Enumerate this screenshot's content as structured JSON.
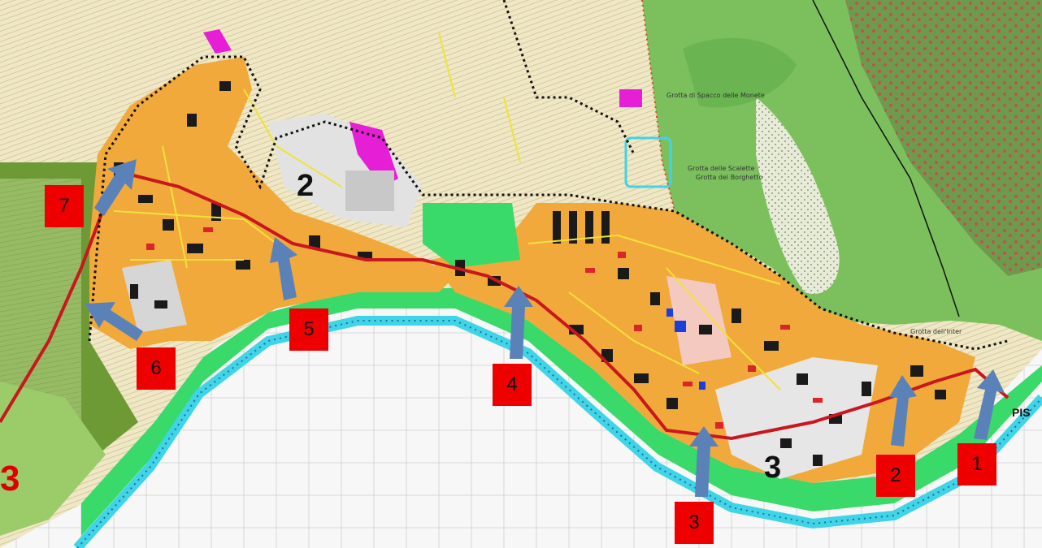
{
  "map": {
    "colors": {
      "field": "#efe7c5",
      "field_hatch": "#c9bf8e",
      "urban": "#f2a93b",
      "building": "#1a1a1a",
      "red_building": "#d9262a",
      "road": "#c8171e",
      "green_belt": "#39d96a",
      "river": "#3fd4e6",
      "hill": "#7cc05e",
      "olive": "#6f9a4e",
      "pink": "#f4c9c0",
      "magenta": "#e61ed6",
      "gray_lot": "#d6d6d6",
      "plain": "#f7f7f7",
      "arrow": "#5b82b8",
      "badge": "#ee0000"
    },
    "zones": [
      {
        "id": "zone-2",
        "label": "2"
      },
      {
        "id": "zone-3",
        "label": "3"
      }
    ],
    "markers": [
      {
        "id": 1,
        "label": "1"
      },
      {
        "id": 2,
        "label": "2"
      },
      {
        "id": 3,
        "label": "3"
      },
      {
        "id": 4,
        "label": "4"
      },
      {
        "id": 5,
        "label": "5"
      },
      {
        "id": 6,
        "label": "6"
      },
      {
        "id": 7,
        "label": "7"
      }
    ],
    "place_labels": {
      "grotta_spacco": "Grotta di Spacco delle Monete",
      "grotta_scalette": "Grotta delle Scalette",
      "grotta_borghetto": "Grotta del Borghetto",
      "grotta_inter": "Grotta dell'Inter"
    },
    "corner_labels": {
      "right": "PIS",
      "left": "3"
    }
  }
}
